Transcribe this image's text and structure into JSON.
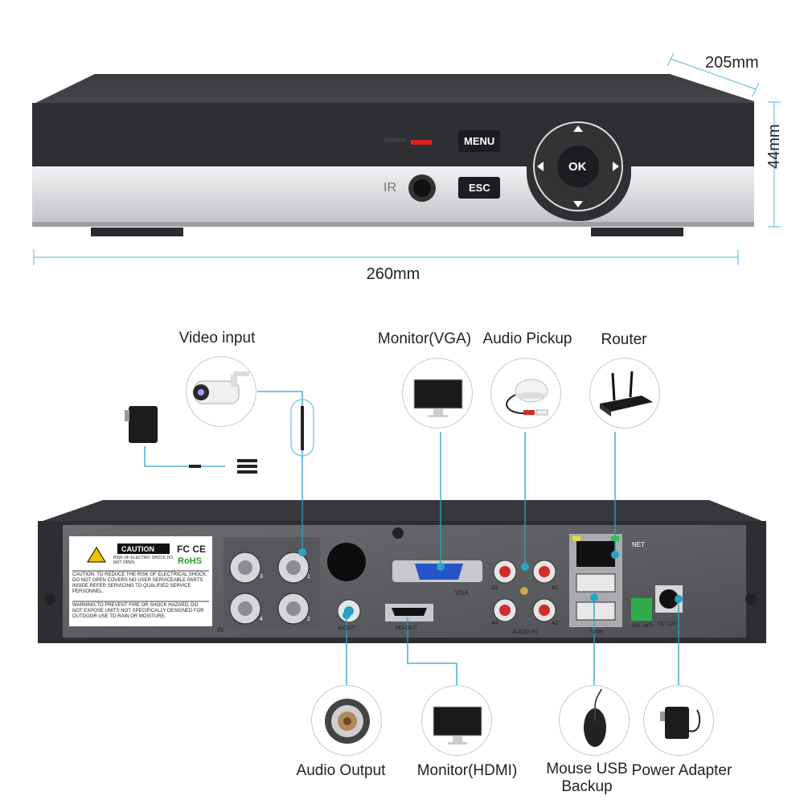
{
  "dimensions": {
    "depth": "205mm",
    "height": "44mm",
    "width": "260mm"
  },
  "front_panel": {
    "power_label": "POWER",
    "ir_label": "IR",
    "menu_button": "MENU",
    "esc_button": "ESC",
    "ok_button": "OK"
  },
  "rear_panel": {
    "caution": {
      "title": "CAUTION",
      "subtitle": "RISK OF ELECTRIC SHOCK DO NOT OPEN",
      "text1": "CAUTION: TO REDUCE THE RISK OF ELECTRICAL SHOCK, DO NOT OPEN COVERS.NO USER SERVICEABLE PARTS INSIDE.REFER SERVICING TO QUALIFIED SERVICE PERSONNEL.",
      "text2": "WARNING:TO PREVENT FIRE OR SHOCK HAZARD, DO NOT EXPOSE UNITS NOT SPECIFICALLY DESIGNED FOR OUTDOOR USE TO RAIN OR MOISTURE.",
      "fcc": "FC CE",
      "rohs": "RoHS"
    },
    "port_labels": {
      "in": "IN",
      "ch1": "1",
      "ch2": "2",
      "ch3": "3",
      "ch4": "4",
      "a_out": "A-OUT",
      "vga": "VGA",
      "hd_out": "HD-OUT",
      "a1": "A1",
      "a2": "A2",
      "a3": "A3",
      "a4": "A4",
      "audio_in": "AUDIO IN",
      "net": "NET",
      "usb": "USB",
      "rs485": "485- 485+",
      "dc": "DC 12V"
    }
  },
  "connections": {
    "video_input": "Video input",
    "monitor_vga": "Monitor(VGA)",
    "audio_pickup": "Audio Pickup",
    "router": "Router",
    "audio_output": "Audio Output",
    "monitor_hdmi": "Monitor(HDMI)",
    "mouse_usb": "Mouse USB Backup",
    "power_adapter": "Power Adapter"
  },
  "colors": {
    "connector_line": "#27a2c8",
    "dimension_line": "#6fc3de",
    "panel": "#4a4c50",
    "silver": "#d9d9dd"
  }
}
